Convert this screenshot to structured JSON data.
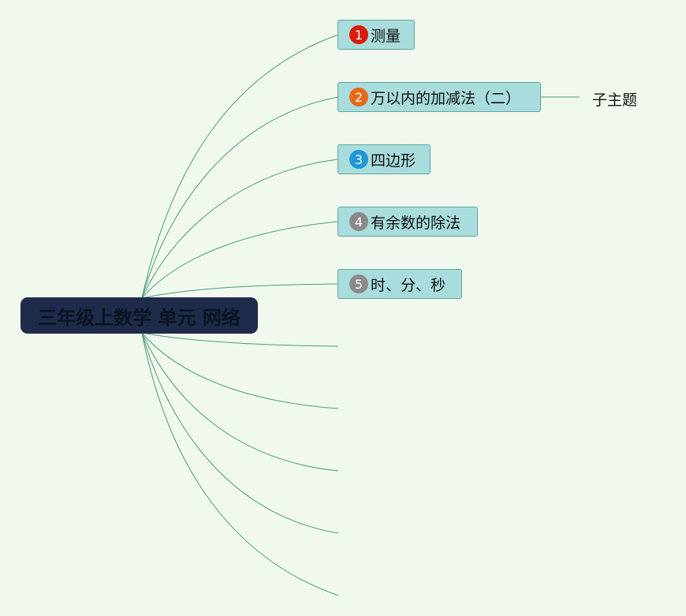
{
  "root": {
    "label": "三年级上数学 单元 网络"
  },
  "topics": [
    {
      "number": "1",
      "label": "测量",
      "color": "#d81e0a"
    },
    {
      "number": "2",
      "label": "万以内的加减法（二）",
      "color": "#e8681a"
    },
    {
      "number": "3",
      "label": "四边形",
      "color": "#1f97d8"
    },
    {
      "number": "4",
      "label": "有余数的除法",
      "color": "#8a8a8a"
    },
    {
      "number": "5",
      "label": "时、分、秒",
      "color": "#8a8a8a"
    }
  ],
  "subtopic": {
    "label": "子主题",
    "parent_index": 1
  },
  "empty_branches": 5,
  "colors": {
    "background": "#f1f9ef",
    "root_fill": "#1e2b4a",
    "topic_fill": "#a9dcdc",
    "topic_border": "#5fa79a",
    "connector": "#4a9a7c"
  }
}
